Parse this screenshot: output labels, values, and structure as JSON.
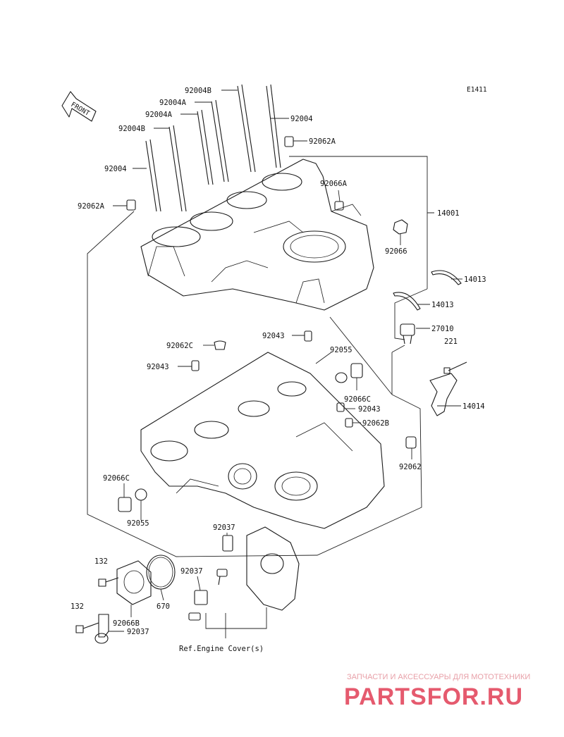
{
  "diagram": {
    "code": "E1411",
    "front_label": "FRONT",
    "ref_note": "Ref.Engine Cover(s)"
  },
  "labels": {
    "l_92004B_top": "92004B",
    "l_92004A_1": "92004A",
    "l_92004A_2": "92004A",
    "l_92004B_2": "92004B",
    "l_92004_left": "92004",
    "l_92004_right": "92004",
    "l_92062A_top": "92062A",
    "l_92062A_left": "92062A",
    "l_92066A": "92066A",
    "l_14001": "14001",
    "l_92066": "92066",
    "l_14013_a": "14013",
    "l_14013_b": "14013",
    "l_27010": "27010",
    "l_221": "221",
    "l_92043_top": "92043",
    "l_92062C": "92062C",
    "l_92055_top": "92055",
    "l_92043_left": "92043",
    "l_92066C_right": "92066C",
    "l_92043_right": "92043",
    "l_92062B": "92062B",
    "l_14014": "14014",
    "l_92062": "92062",
    "l_92066C_left": "92066C",
    "l_92055_left": "92055",
    "l_92037_top": "92037",
    "l_132_top": "132",
    "l_92037_mid": "92037",
    "l_670": "670",
    "l_132_bot": "132",
    "l_92066B": "92066B",
    "l_92037_bot": "92037"
  },
  "watermark": {
    "tagline": "ЗАПЧАСТИ И АКСЕССУАРЫ ДЛЯ МОТОТЕХНИКИ",
    "brand": "PARTSFOR.RU"
  },
  "colors": {
    "line": "#1a1a1a",
    "watermark_light": "#e8a0a8",
    "watermark_strong": "#e55a6e"
  }
}
